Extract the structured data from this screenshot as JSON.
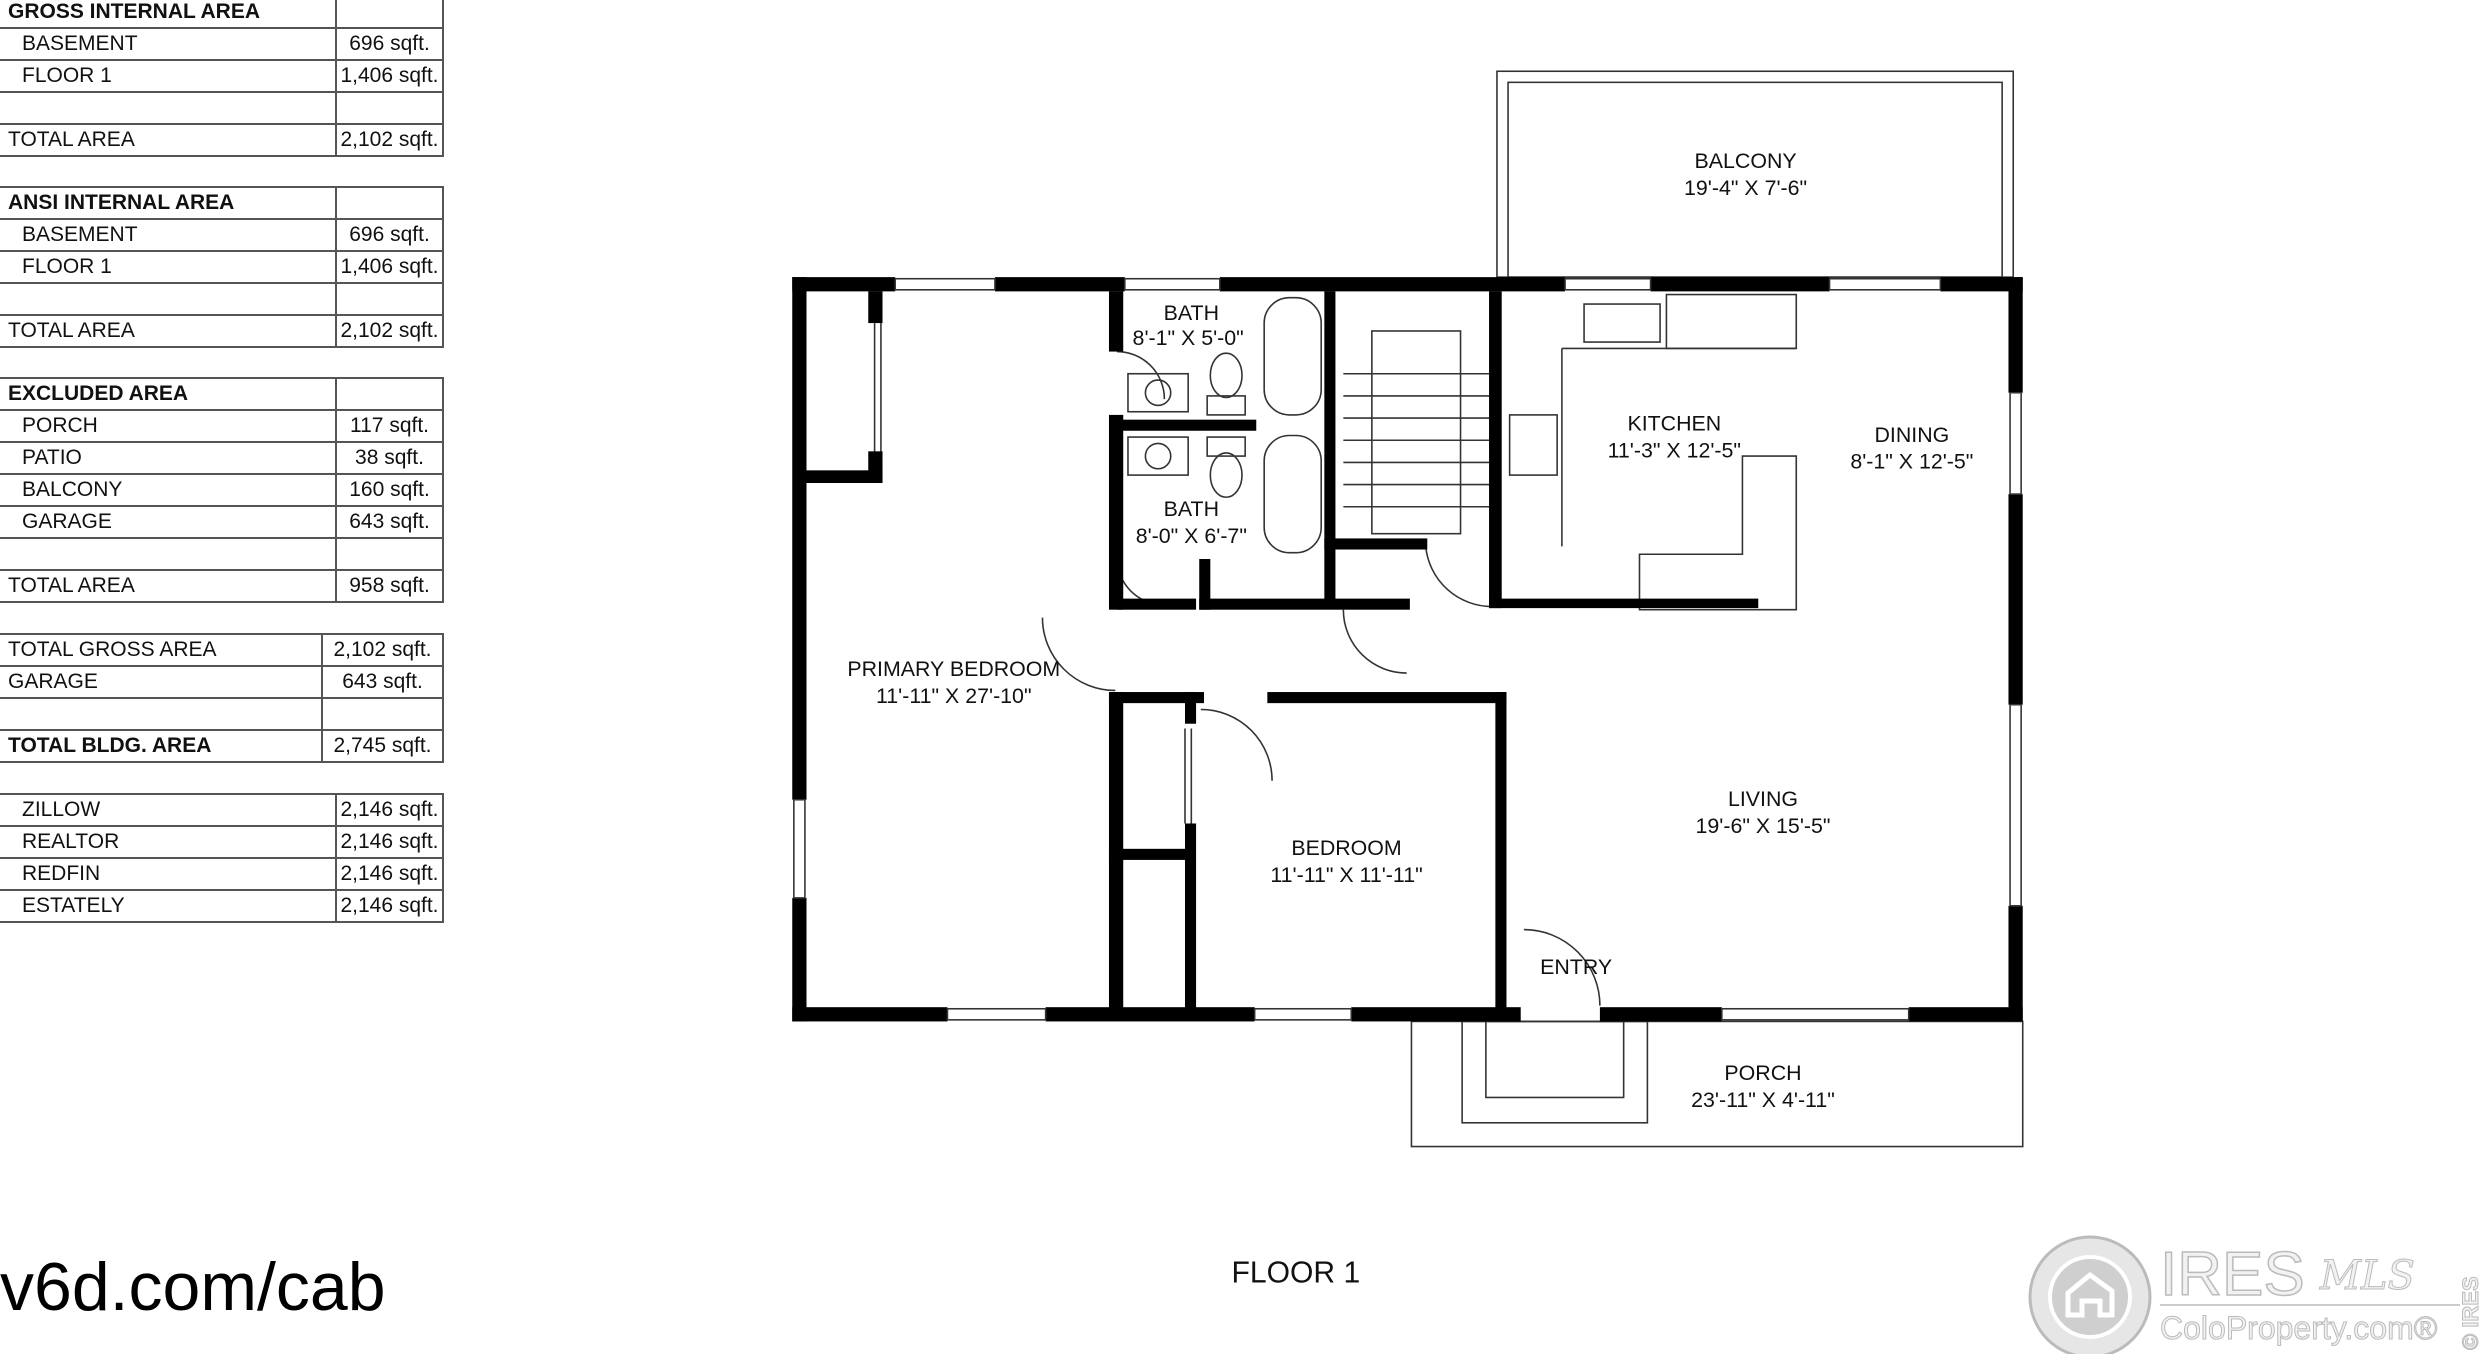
{
  "area_tables": {
    "gross": {
      "title": "GROSS INTERNAL AREA",
      "rows": [
        {
          "label": "BASEMENT",
          "value": "696 sqft."
        },
        {
          "label": "FLOOR 1",
          "value": "1,406 sqft."
        }
      ],
      "total_label": "TOTAL AREA",
      "total_value": "2,102 sqft."
    },
    "ansi": {
      "title": "ANSI INTERNAL AREA",
      "rows": [
        {
          "label": "BASEMENT",
          "value": "696 sqft."
        },
        {
          "label": "FLOOR 1",
          "value": "1,406 sqft."
        }
      ],
      "total_label": "TOTAL AREA",
      "total_value": "2,102 sqft."
    },
    "excluded": {
      "title": "EXCLUDED AREA",
      "rows": [
        {
          "label": "PORCH",
          "value": "117 sqft."
        },
        {
          "label": "PATIO",
          "value": "38 sqft."
        },
        {
          "label": "BALCONY",
          "value": "160 sqft."
        },
        {
          "label": "GARAGE",
          "value": "643 sqft."
        }
      ],
      "total_label": "TOTAL AREA",
      "total_value": "958 sqft."
    },
    "summary": {
      "rows": [
        {
          "label": "TOTAL GROSS AREA",
          "value": "2,102 sqft."
        },
        {
          "label": "GARAGE",
          "value": "643 sqft."
        }
      ],
      "total_label": "TOTAL BLDG. AREA",
      "total_value": "2,745 sqft."
    },
    "portals": {
      "rows": [
        {
          "label": "ZILLOW",
          "value": "2,146 sqft."
        },
        {
          "label": "REALTOR",
          "value": "2,146 sqft."
        },
        {
          "label": "REDFIN",
          "value": "2,146 sqft."
        },
        {
          "label": "ESTATELY",
          "value": "2,146 sqft."
        }
      ]
    }
  },
  "rooms": {
    "balcony": {
      "name": "BALCONY",
      "dims": "19'-4\" X 7'-6\""
    },
    "bath1": {
      "name": "BATH",
      "dims": "8'-1\" X 5'-0\""
    },
    "bath2": {
      "name": "BATH",
      "dims": "8'-0\" X 6'-7\""
    },
    "kitchen": {
      "name": "KITCHEN",
      "dims": "11'-3\" X 12'-5\""
    },
    "dining": {
      "name": "DINING",
      "dims": "8'-1\" X 12'-5\""
    },
    "primary": {
      "name": "PRIMARY BEDROOM",
      "dims": "11'-11\" X 27'-10\""
    },
    "bedroom": {
      "name": "BEDROOM",
      "dims": "11'-11\" X 11'-11\""
    },
    "living": {
      "name": "LIVING",
      "dims": "19'-6\" X 15'-5\""
    },
    "entry": {
      "name": "ENTRY"
    },
    "porch": {
      "name": "PORCH",
      "dims": "23'-11\" X 4'-11\""
    }
  },
  "floor_label": "FLOOR 1",
  "url_text": "v6d.com/cab",
  "logo": {
    "main": "IRES",
    "script": "MLS",
    "sub": "ColoProperty.com®",
    "side": "© IRES"
  }
}
